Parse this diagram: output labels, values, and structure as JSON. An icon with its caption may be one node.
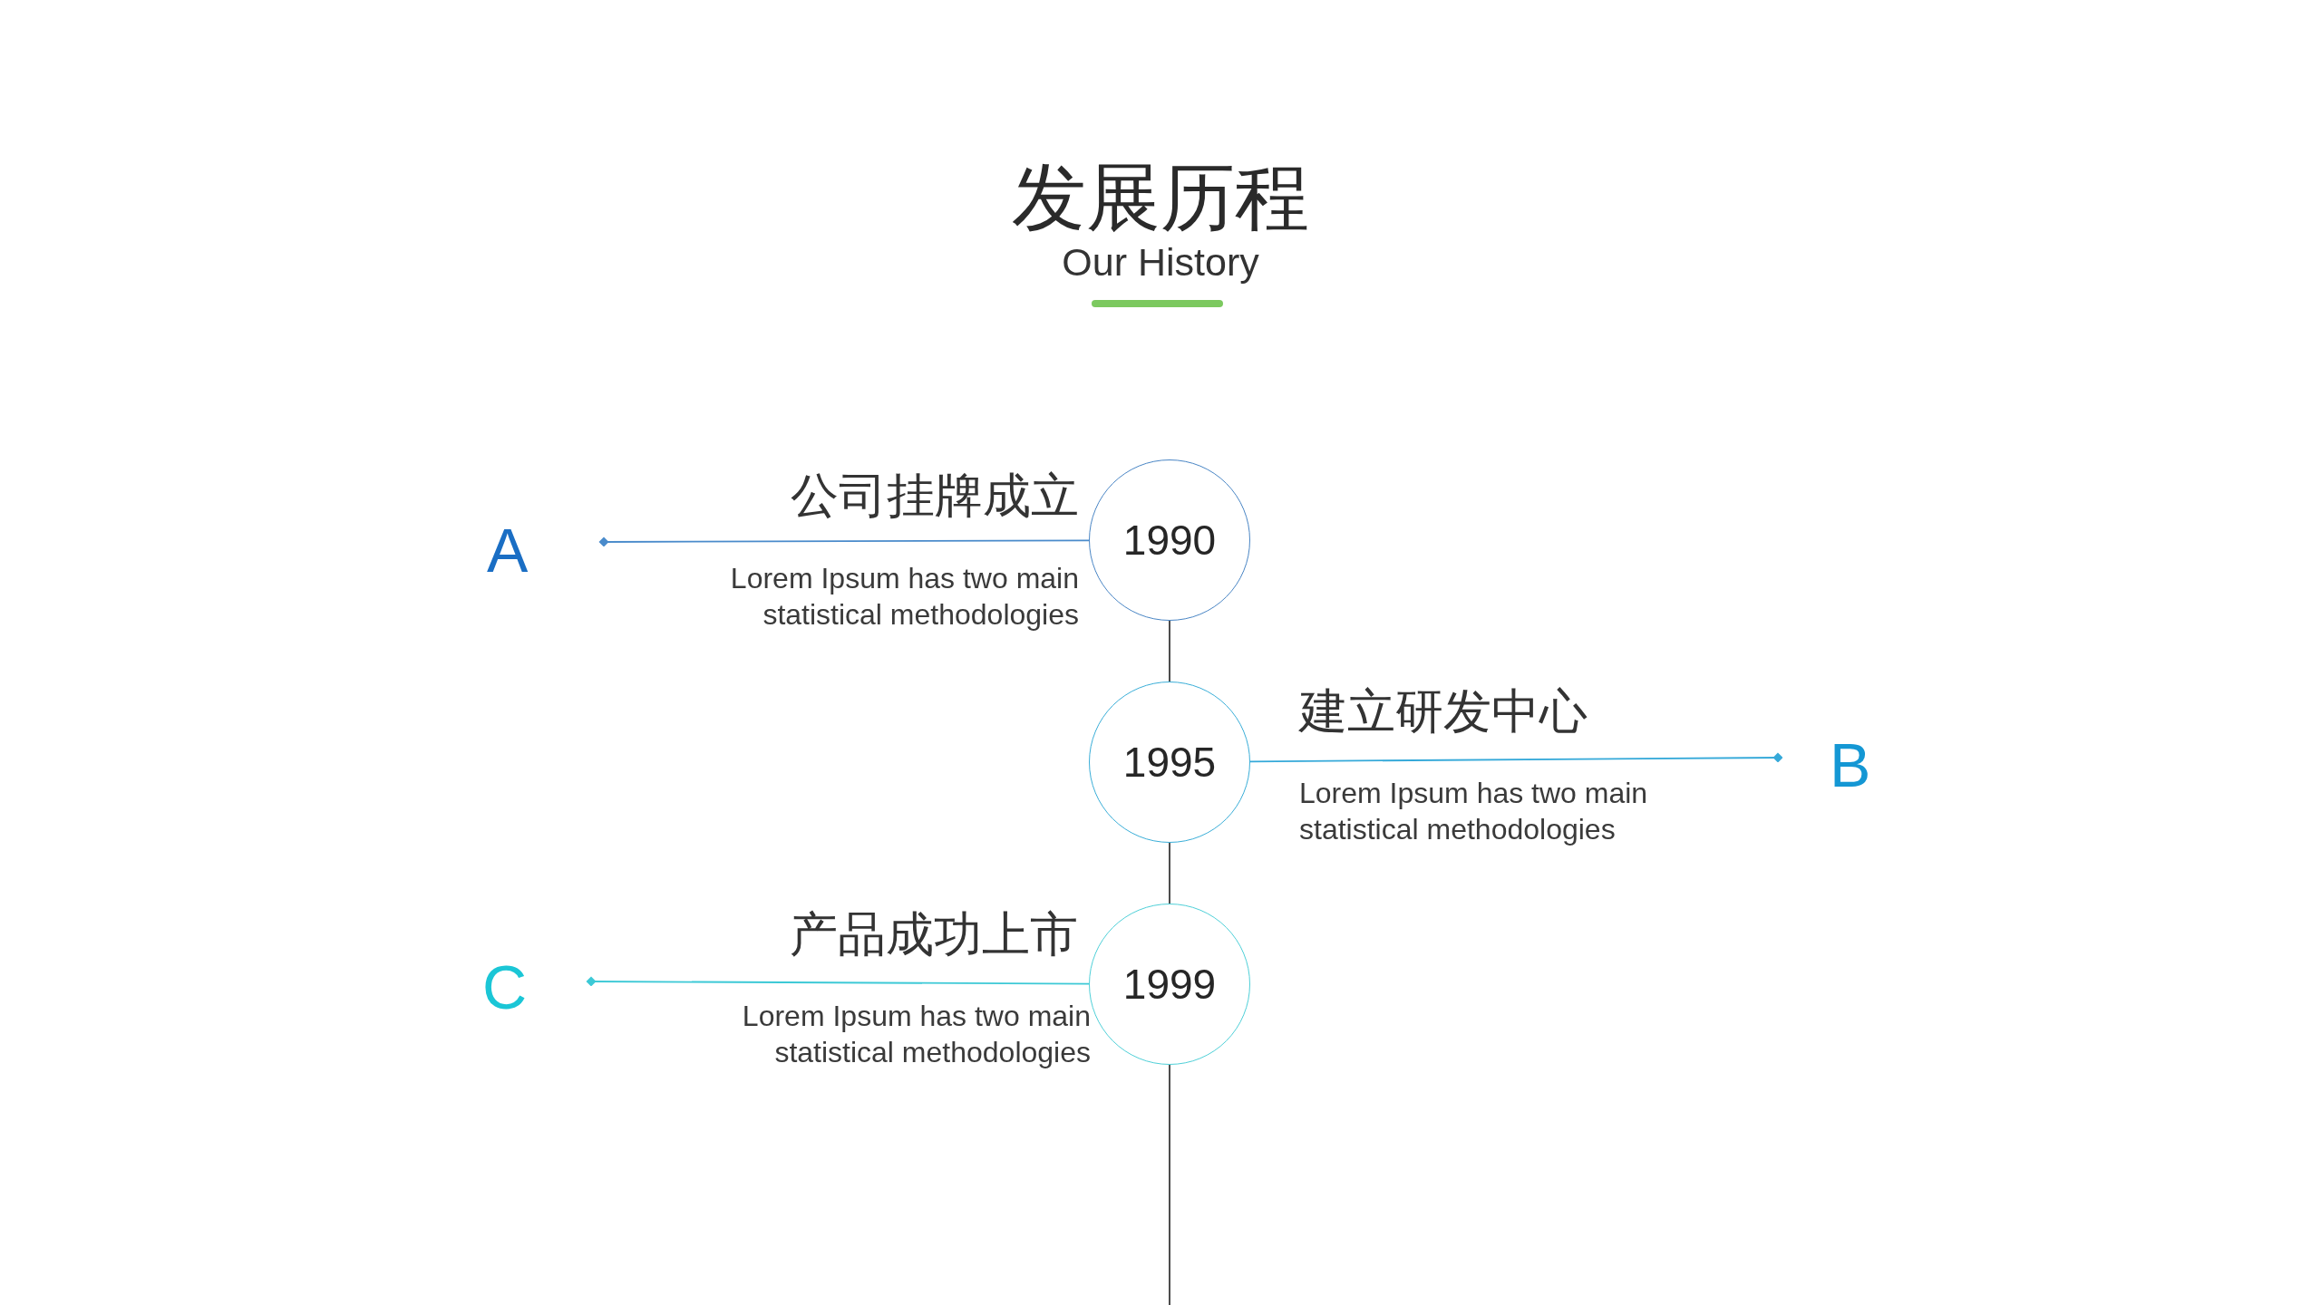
{
  "diagram": {
    "title": "发展历程",
    "nodes": [
      {
        "text": [
          "1990"
        ],
        "beside": [
          "公司挂牌成立",
          "Lorem Ipsum has two main statistical methodologies"
        ]
      },
      {
        "text": [
          "1995"
        ],
        "beside": [
          "建立研发中心",
          "Lorem Ipsum has two main statistical methodologies"
        ]
      },
      {
        "text": [
          "1999"
        ],
        "beside": [
          "产品成功上市",
          "Lorem Ipsum has two main statistical methodologies"
        ]
      }
    ],
    "edges": [
      {
        "from": 0,
        "to": 1,
        "arrow": "none"
      },
      {
        "from": 1,
        "to": 2,
        "arrow": "none"
      },
      {
        "from": 2,
        "to": null,
        "arrow": "none"
      },
      {
        "from": 0,
        "to": null,
        "arrow": "other",
        "color": "#4a8bcb"
      },
      {
        "from": 1,
        "to": null,
        "arrow": "other",
        "color": "#35a9d9"
      },
      {
        "from": 2,
        "to": null,
        "arrow": "other",
        "color": "#3cc9d6"
      }
    ],
    "labels": [
      "Our History",
      "A",
      "B",
      "C"
    ]
  }
}
